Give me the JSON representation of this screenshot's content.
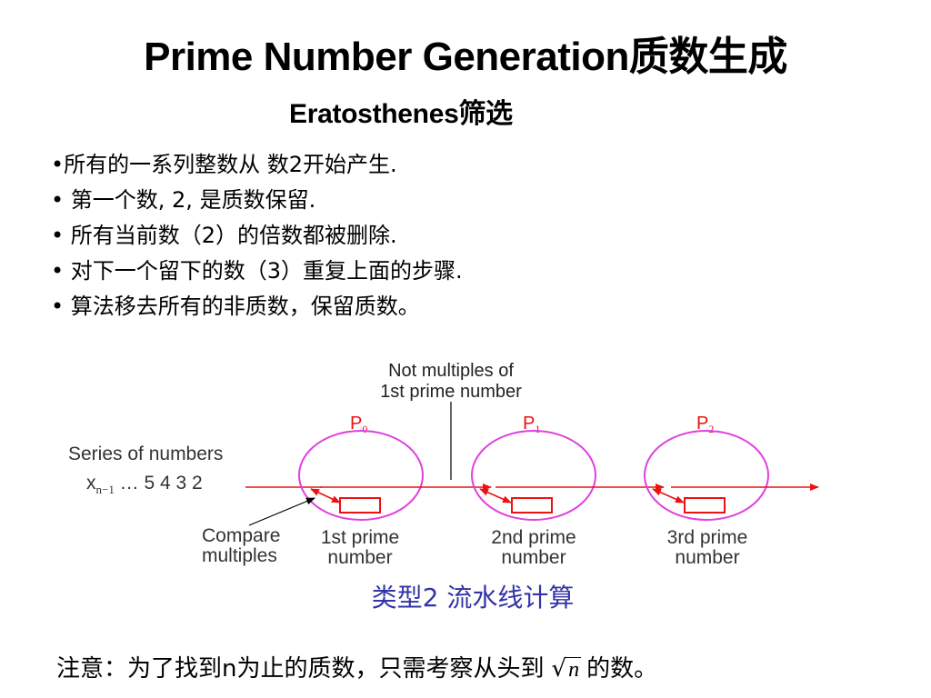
{
  "slide": {
    "title": "Prime Number Generation质数生成",
    "subtitle": "Eratosthenes筛选",
    "bullets": [
      "•所有的一系列整数从 数2开始产生.",
      "• 第一个数, 2, 是质数保留.",
      "• 所有当前数（2）的倍数都被删除.",
      "• 对下一个留下的数（3）重复上面的步骤.",
      "• 算法移去所有的非质数，保留质数。"
    ],
    "caption": "类型2 流水线计算",
    "note_before": "注意：为了找到n为止的质数，只需考察从头到",
    "note_radicand": "n",
    "note_after": "的数。"
  },
  "diagram": {
    "top_label_line1": "Not multiples of",
    "top_label_line2": "1st prime number",
    "series_label": "Series of numbers",
    "series_values_main": "x",
    "series_values_sub": "n−1",
    "series_values_rest": " … 5 4 3 2",
    "compare_line1": "Compare",
    "compare_line2": "multiples",
    "stages": [
      {
        "p_main": "P",
        "p_sub": "0",
        "label_line1": "1st prime",
        "label_line2": "number"
      },
      {
        "p_main": "P",
        "p_sub": "1",
        "label_line1": "2nd prime",
        "label_line2": "number"
      },
      {
        "p_main": "P",
        "p_sub": "2",
        "label_line1": "3rd prime",
        "label_line2": "number"
      }
    ]
  },
  "colors": {
    "flow_red": "#ee1111",
    "ellipse_magenta": "#e040e0",
    "caption_blue": "#3333aa",
    "text_gray": "#333333"
  }
}
